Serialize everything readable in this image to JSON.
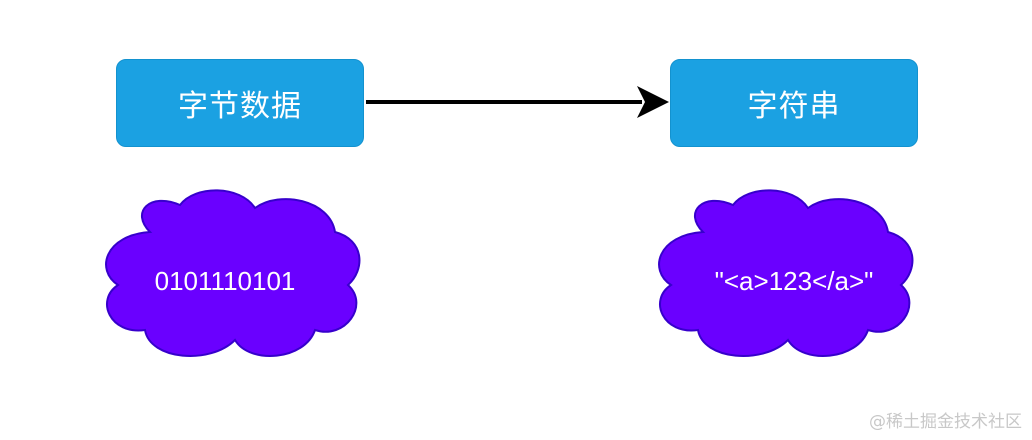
{
  "nodes": {
    "bytes_box": {
      "label": "字节数据"
    },
    "string_box": {
      "label": "字符串"
    }
  },
  "clouds": {
    "bytes_example": {
      "label": "0101110101"
    },
    "string_example": {
      "label": "\"<a>123</a>\""
    }
  },
  "watermark": {
    "text": "@稀土掘金技术社区"
  },
  "colors": {
    "box_fill": "#1ba1e2",
    "cloud_fill": "#6a00ff",
    "cloud_stroke": "#3700cc",
    "arrow": "#000000"
  }
}
